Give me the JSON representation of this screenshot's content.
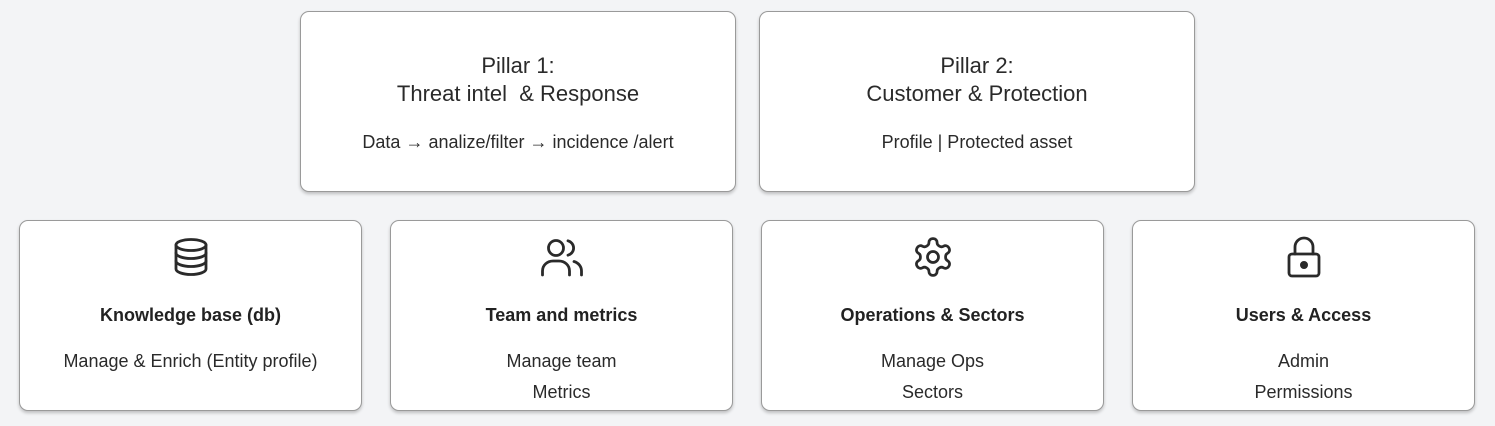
{
  "pillars": [
    {
      "title_line1": "Pillar 1:",
      "title_line2": "Threat intel  & Response",
      "subtitle": "Data → analize/filter → incidence /alert"
    },
    {
      "title_line1": "Pillar 2:",
      "title_line2": "Customer & Protection",
      "subtitle": "Profile | Protected asset"
    }
  ],
  "modules": [
    {
      "icon": "database-icon",
      "title": "Knowledge base (db)",
      "lines": [
        "Manage & Enrich (Entity profile)"
      ]
    },
    {
      "icon": "users-icon",
      "title": "Team and metrics",
      "lines": [
        "Manage team",
        "Metrics"
      ]
    },
    {
      "icon": "gear-icon",
      "title": "Operations & Sectors",
      "lines": [
        "Manage Ops",
        "Sectors"
      ]
    },
    {
      "icon": "lock-icon",
      "title": "Users & Access",
      "lines": [
        "Admin",
        "Permissions"
      ]
    }
  ],
  "colors": {
    "background": "#f3f4f6",
    "card": "#ffffff",
    "border": "#9a9a9a",
    "text": "#222222"
  }
}
